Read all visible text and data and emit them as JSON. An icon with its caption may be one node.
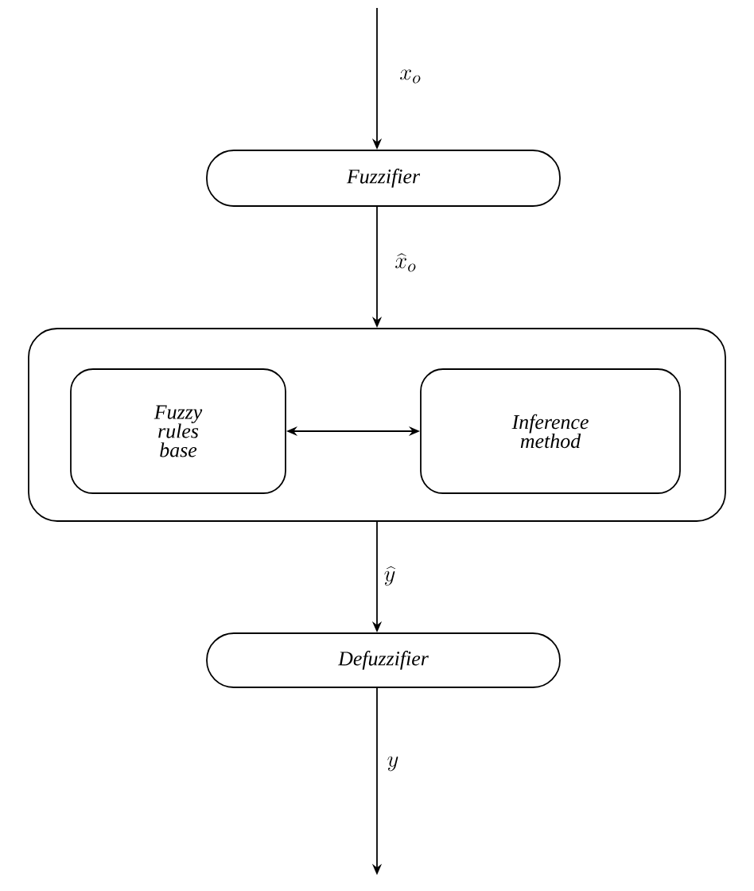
{
  "diagram": {
    "nodes": [
      {
        "text": [
          "Fuzzifier"
        ]
      },
      {
        "text": [],
        "shape": "box"
      },
      {
        "text": [
          "Fuzzy rules base"
        ],
        "in": 1
      },
      {
        "text": [
          "Inference method"
        ],
        "in": 1
      },
      {
        "text": [
          "Defuzzifier"
        ]
      }
    ],
    "edges": [
      {
        "from": null,
        "to": 0,
        "arrow": "to",
        "label": "x_o"
      },
      {
        "from": 0,
        "to": 1,
        "arrow": "to",
        "label": "\\widehat{x}_o"
      },
      {
        "from": 2,
        "to": 3,
        "arrow": "both"
      },
      {
        "from": 1,
        "to": 4,
        "arrow": "to",
        "label": "\\widehat{y}"
      },
      {
        "from": 4,
        "to": null,
        "arrow": "to",
        "label": "y"
      }
    ]
  }
}
